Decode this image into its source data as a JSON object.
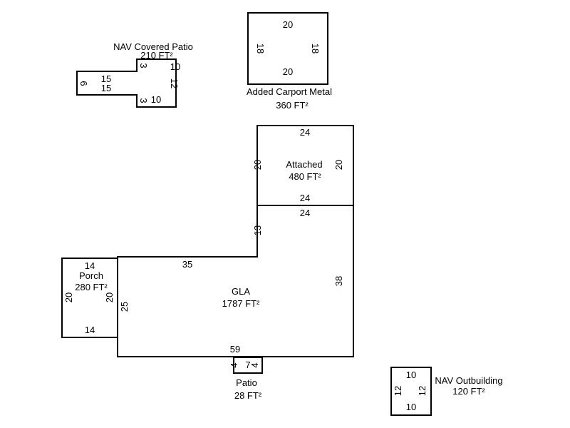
{
  "areas": {
    "covered_patio": {
      "name": "NAV Covered Patio",
      "area": "210 FT²",
      "dims": [
        "3",
        "10",
        "6",
        "15",
        "15",
        "12",
        "3",
        "10"
      ]
    },
    "carport": {
      "name": "Added Carport Metal",
      "area": "360 FT²",
      "dims": [
        "20",
        "18",
        "18",
        "20"
      ]
    },
    "attached": {
      "name": "Attached",
      "area": "480 FT²",
      "dims": [
        "24",
        "20",
        "20",
        "24"
      ]
    },
    "gla": {
      "name": "GLA",
      "area": "1787 FT²",
      "dims": [
        "24",
        "13",
        "35",
        "38",
        "25",
        "59"
      ]
    },
    "porch": {
      "name": "Porch",
      "area": "280 FT²",
      "dims": [
        "14",
        "20",
        "20",
        "14"
      ]
    },
    "patio": {
      "name": "Patio",
      "area": "28 FT²",
      "dims": [
        "4",
        "7",
        "4"
      ]
    },
    "outbuilding": {
      "name": "NAV Outbuilding",
      "area": "120 FT²",
      "dims": [
        "10",
        "12",
        "12",
        "10"
      ]
    }
  }
}
